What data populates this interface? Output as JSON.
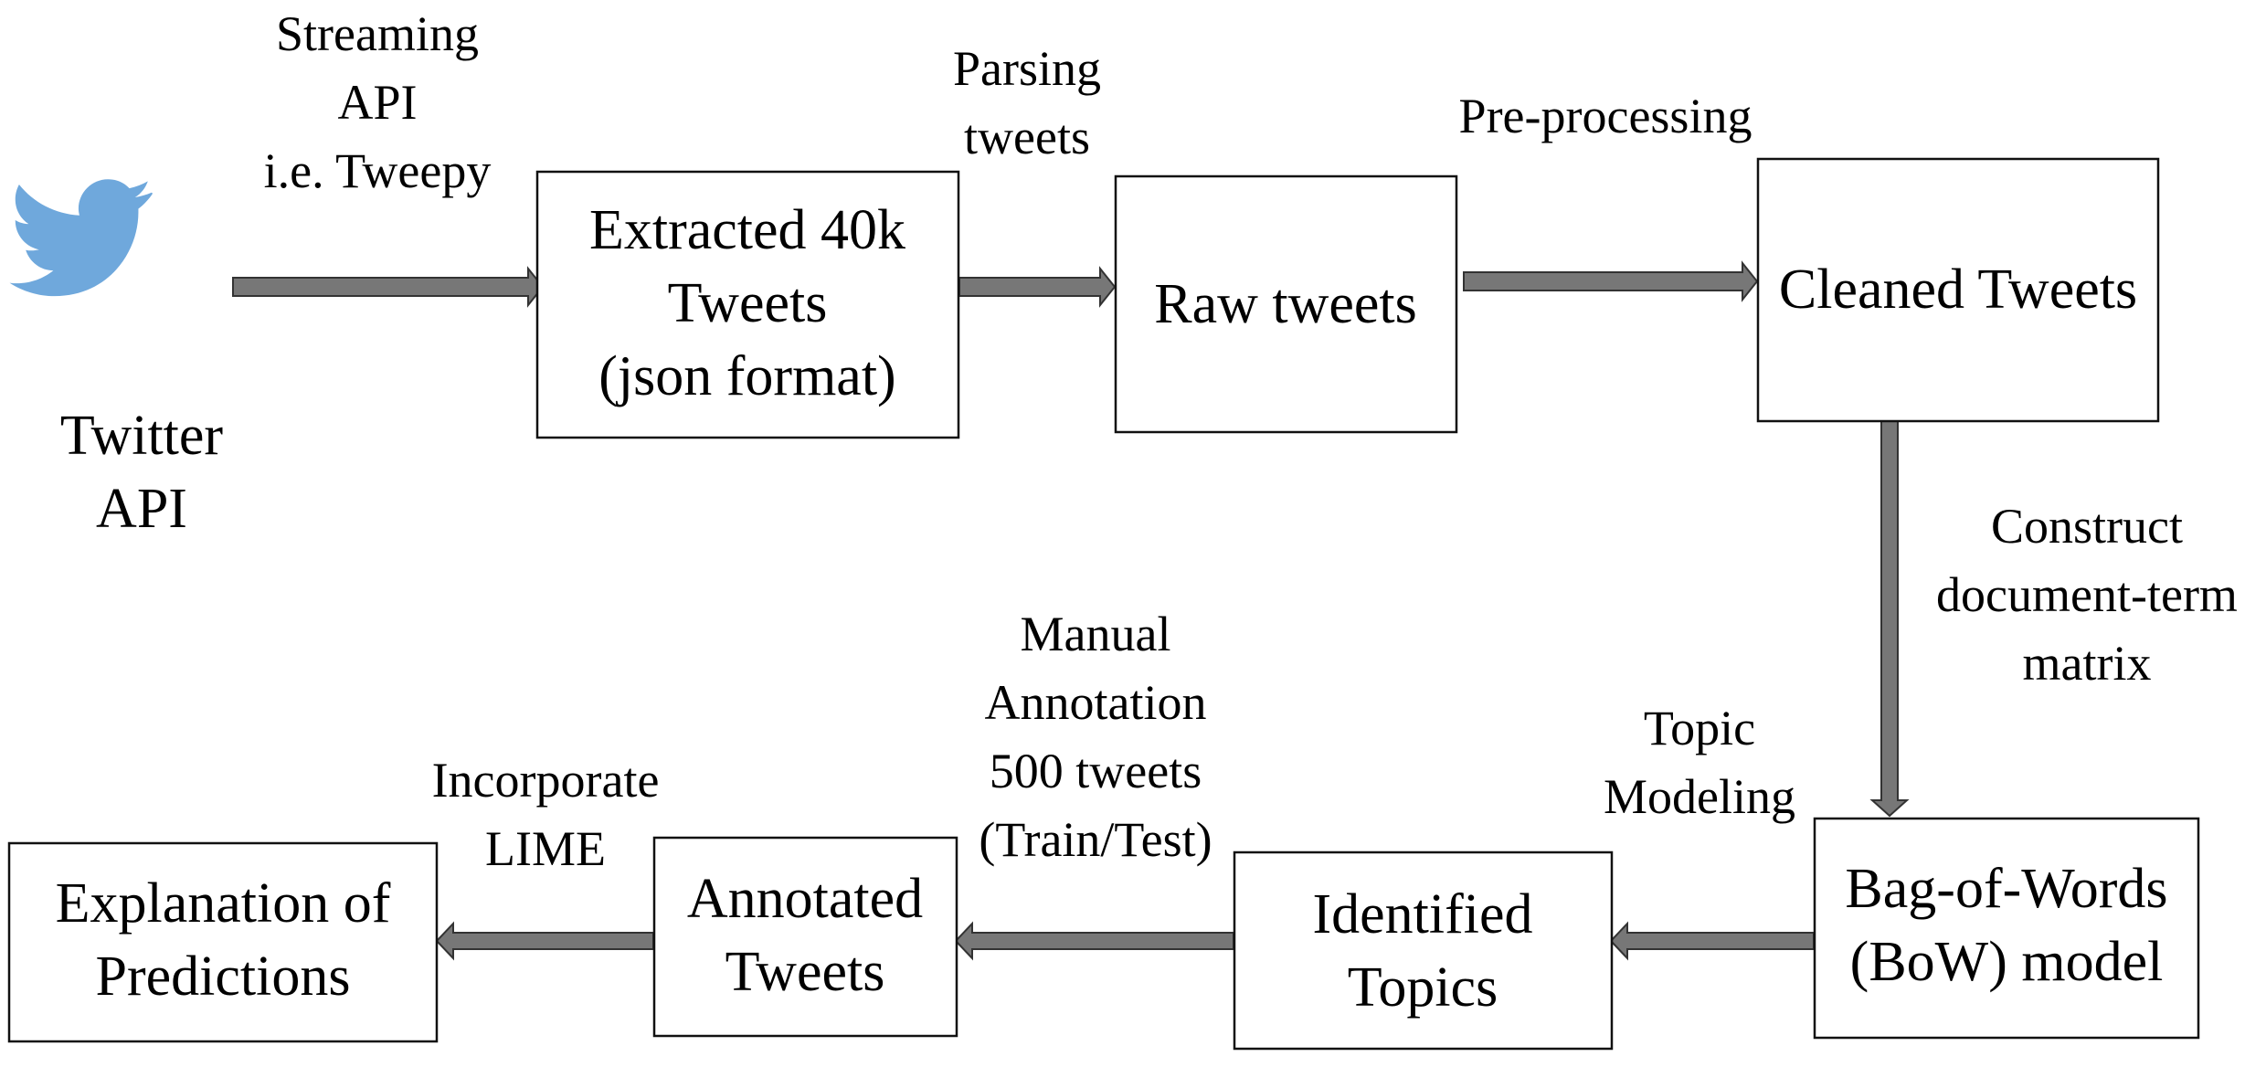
{
  "diagram": {
    "source": {
      "icon": "twitter-bird-icon",
      "icon_color": "#6fa8dc",
      "label_lines": [
        "Twitter",
        "API"
      ]
    },
    "nodes": {
      "extracted": {
        "lines": [
          "Extracted 40k",
          "Tweets",
          "(json format)"
        ]
      },
      "raw": {
        "lines": [
          "Raw tweets"
        ]
      },
      "cleaned": {
        "lines": [
          "Cleaned Tweets"
        ]
      },
      "bow": {
        "lines": [
          "Bag-of-Words",
          "(BoW) model"
        ]
      },
      "topics": {
        "lines": [
          "Identified",
          "Topics"
        ]
      },
      "annotated": {
        "lines": [
          "Annotated",
          "Tweets"
        ]
      },
      "explanation": {
        "lines": [
          "Explanation of",
          "Predictions"
        ]
      }
    },
    "edges": {
      "streaming": {
        "lines": [
          "Streaming",
          "API",
          "i.e. Tweepy"
        ]
      },
      "parsing": {
        "lines": [
          "Parsing",
          "tweets"
        ]
      },
      "preprocessing": {
        "lines": [
          "Pre-processing"
        ]
      },
      "construct": {
        "lines": [
          "Construct",
          "document-term",
          "matrix"
        ]
      },
      "topic_modeling": {
        "lines": [
          "Topic",
          "Modeling"
        ]
      },
      "manual_annotation": {
        "lines": [
          "Manual",
          "Annotation",
          "500 tweets",
          "(Train/Test)"
        ]
      },
      "lime": {
        "lines": [
          "Incorporate",
          "LIME"
        ]
      }
    },
    "colors": {
      "arrow_fill": "#777777",
      "arrow_stroke": "#333333",
      "box_stroke": "#111111"
    }
  }
}
